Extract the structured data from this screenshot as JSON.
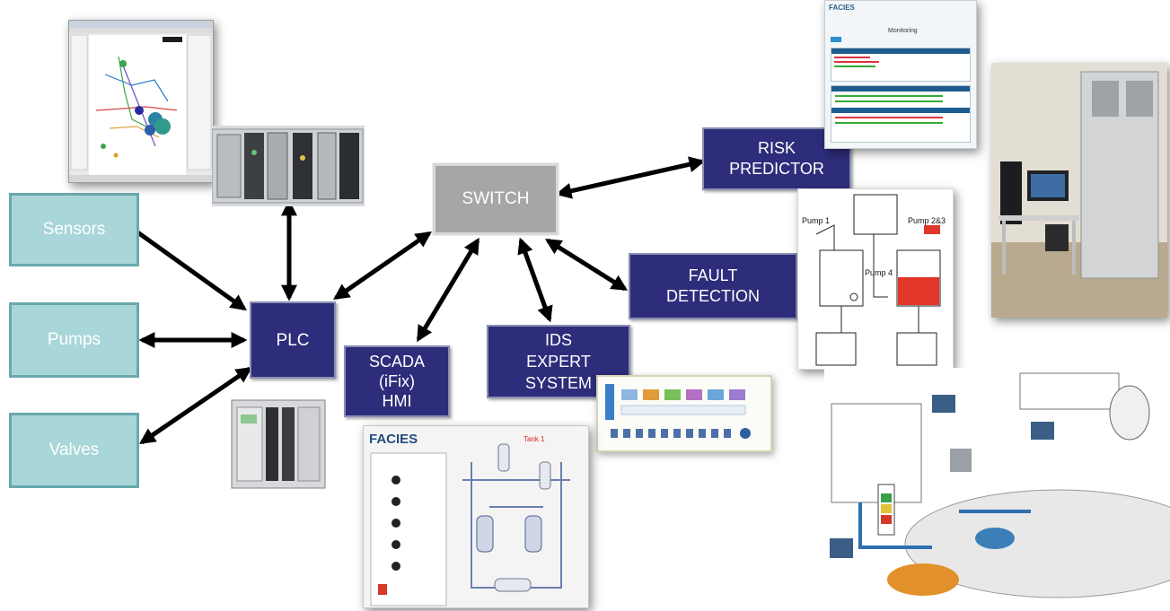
{
  "nodes": {
    "sensors": "Sensors",
    "pumps": "Pumps",
    "valves": "Valves",
    "plc": "PLC",
    "switch": "SWITCH",
    "risk": "RISK\nPREDICTOR",
    "fault": "FAULT\nDETECTION",
    "scada": "SCADA\n(iFix)\nHMI",
    "ids": "IDS\nEXPERT\nSYSTEM"
  },
  "thumbnails": {
    "risk_app": {
      "brand": "FACIES",
      "title": "Monitoring"
    },
    "tank_diagram": {
      "pump1": "Pump 1",
      "pump23": "Pump 2&3",
      "pump4": "Pump 4"
    },
    "scada_panel": {
      "brand": "FACIES",
      "tank": "Tank 1"
    }
  },
  "colors": {
    "field": "#a9d6d8",
    "navy": "#2e2d7b",
    "switch": "#a6a6a6",
    "arrow": "#000000",
    "pump_red": "#e2362a"
  }
}
